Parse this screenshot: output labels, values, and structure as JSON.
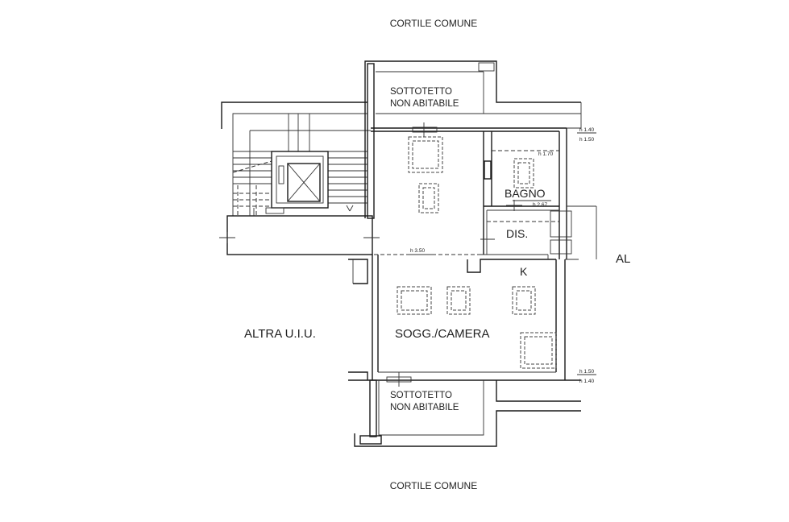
{
  "colors": {
    "line": "#1a1a1a",
    "text": "#222222",
    "background": "#ffffff"
  },
  "labels": {
    "courtyard_top": "CORTILE COMUNE",
    "courtyard_bottom": "CORTILE COMUNE",
    "attic_top_line1": "SOTTOTETTO",
    "attic_top_line2": "NON ABITABILE",
    "attic_bottom_line1": "SOTTOTETTO",
    "attic_bottom_line2": "NON ABITABILE",
    "bathroom": "BAGNO",
    "hall": "DIS.",
    "kitchen": "K",
    "living_bedroom": "SOGG./CAMERA",
    "other_unit": "ALTRA U.I.U.",
    "right_unit": "AL"
  },
  "heights": {
    "h1": "h 1.40",
    "h2": "h 1.50",
    "h3": "h 1.70",
    "h4": "h 2.67",
    "h5": "h 3.50",
    "h6": "h 1.50",
    "h7": "h 1.40"
  }
}
